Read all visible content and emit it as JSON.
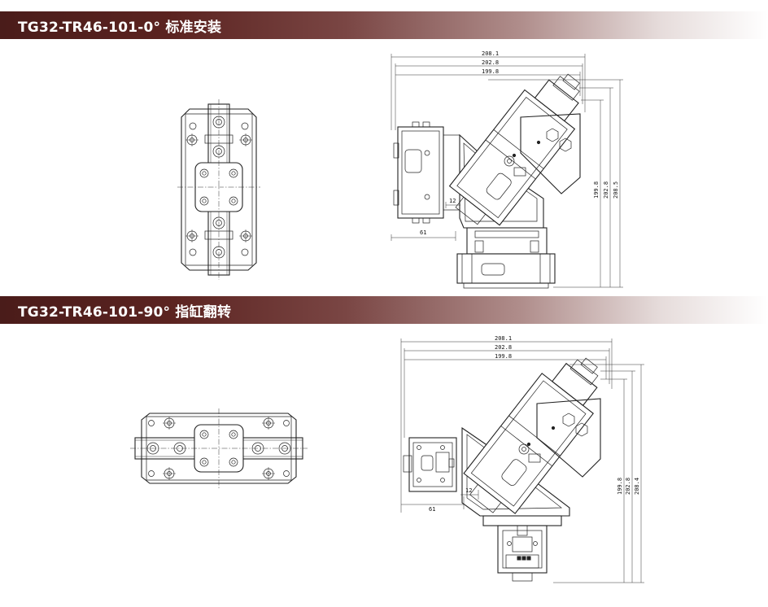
{
  "sections": [
    {
      "title": "TG32-TR46-101-0° 标准安装",
      "dimensions": {
        "overall_width_1": "208.1",
        "overall_width_2": "202.8",
        "overall_width_3": "199.8",
        "height_1": "199.8",
        "height_2": "202.8",
        "height_3": "208.5",
        "offset_12": "12",
        "offset_61": "61"
      }
    },
    {
      "title": "TG32-TR46-101-90° 指缸翻转",
      "dimensions": {
        "overall_width_1": "208.1",
        "overall_width_2": "202.8",
        "overall_width_3": "199.8",
        "height_1": "199.8",
        "height_2": "202.8",
        "height_3": "208.4",
        "offset_12": "12",
        "offset_61": "61"
      }
    }
  ],
  "colors": {
    "banner_dark": "#4a1c1a",
    "banner_text": "#ffffff",
    "line": "#222222"
  }
}
